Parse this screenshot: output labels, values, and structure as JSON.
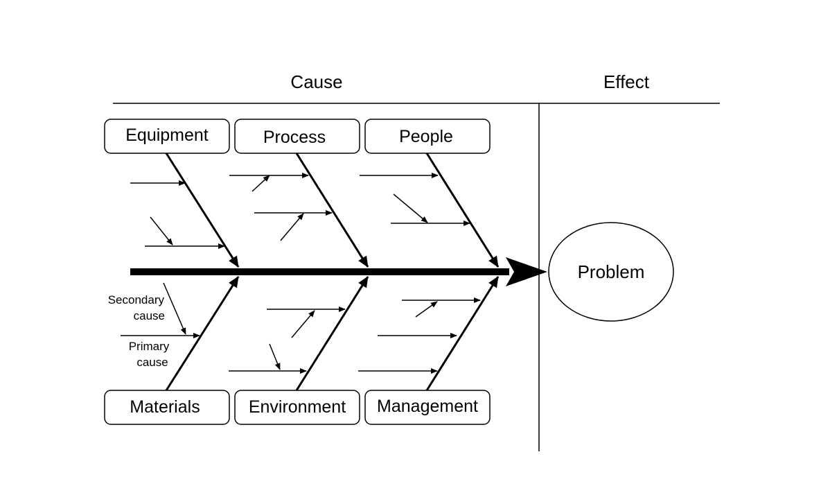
{
  "header": {
    "cause_label": "Cause",
    "effect_label": "Effect"
  },
  "categories": {
    "equipment": "Equipment",
    "process": "Process",
    "people": "People",
    "materials": "Materials",
    "environment": "Environment",
    "management": "Management"
  },
  "annotations": {
    "secondary_line1": "Secondary",
    "secondary_line2": "cause",
    "primary_line1": "Primary",
    "primary_line2": "cause"
  },
  "effect": {
    "problem_label": "Problem"
  },
  "colors": {
    "ink": "#000000",
    "background": "#ffffff"
  }
}
